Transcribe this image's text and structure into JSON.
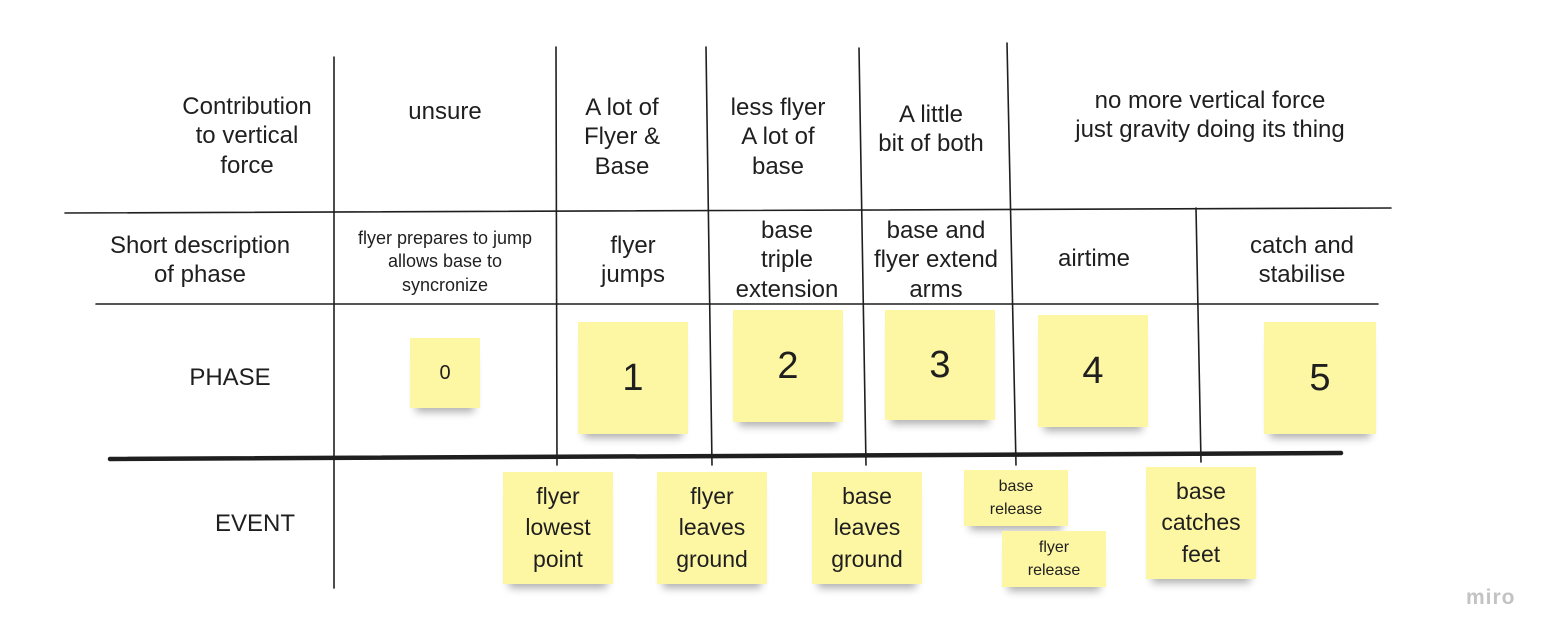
{
  "rows": {
    "contribution": "Contribution\nto vertical\nforce",
    "description": "Short description\nof phase",
    "phase": "PHASE",
    "event": "EVENT"
  },
  "contribution_cells": [
    "unsure",
    "A lot of\nFlyer &\nBase",
    "less flyer\nA lot of\nbase",
    "A little\nbit of both",
    "no more vertical force\njust gravity doing its thing"
  ],
  "description_cells": [
    "flyer prepares to jump\nallows base to\nsyncronize",
    "flyer\njumps",
    "base\ntriple\nextension",
    "base and\nflyer extend\narms",
    "airtime",
    "catch and\nstabilise"
  ],
  "phase_notes": [
    "0",
    "1",
    "2",
    "3",
    "4",
    "5"
  ],
  "event_notes": [
    "flyer\nlowest\npoint",
    "flyer\nleaves\nground",
    "base\nleaves\nground",
    "base\nrelease",
    "flyer\nrelease",
    "base\ncatches\nfeet"
  ],
  "colors": {
    "sticky": "#fdf6a3",
    "line": "#1f1f1f"
  },
  "brand": "miro"
}
